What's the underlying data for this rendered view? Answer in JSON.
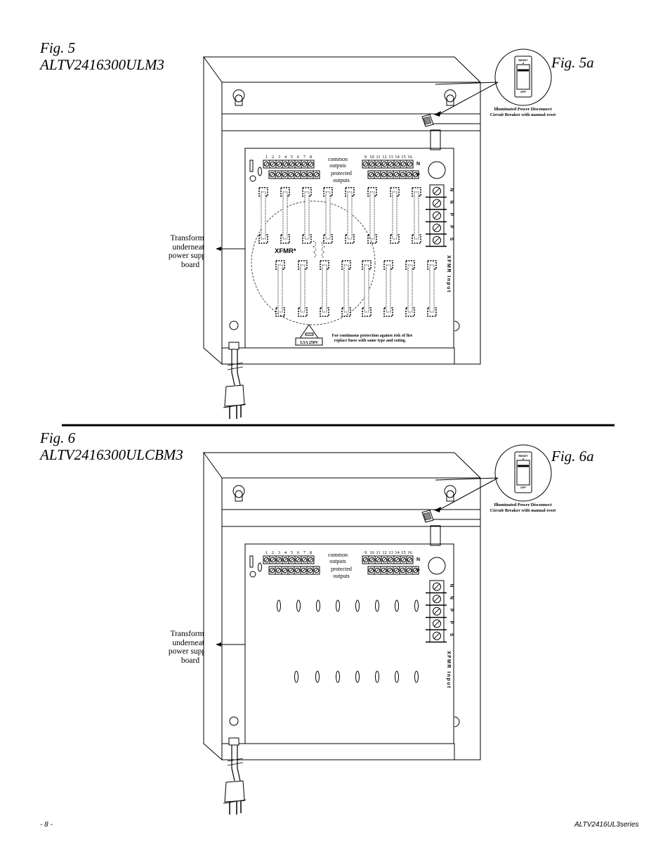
{
  "fig5": {
    "title": "Fig. 5",
    "model": "ALTV2416300ULM3",
    "subfig": "Fig. 5a",
    "breaker_caption_1": "Illuminated Power Disconnect",
    "breaker_caption_2": "Circuit Breaker with manual reset",
    "transformer_callout": [
      "Transformer",
      "underneath",
      "power supply",
      "board"
    ],
    "xfmr_label": "XFMR*",
    "warning_line1": "For continuous protection against risk of fire",
    "warning_line2": "replace fuses with same type and rating.",
    "fuse_rating": "3.5A 250V"
  },
  "fig6": {
    "title": "Fig. 6",
    "model": "ALTV2416300ULCBM3",
    "subfig": "Fig. 6a",
    "breaker_caption_1": "Illuminated Power Disconnect",
    "breaker_caption_2": "Circuit Breaker with manual reset",
    "transformer_callout": [
      "Transformer",
      "underneath",
      "power supply",
      "board"
    ]
  },
  "board": {
    "terminals_left": [
      "1",
      "2",
      "3",
      "4",
      "5",
      "6",
      "7",
      "8"
    ],
    "terminals_right": [
      "9",
      "10",
      "11",
      "12",
      "13",
      "14",
      "15",
      "16"
    ],
    "common_label_1": "common",
    "common_label_2": "outputs",
    "protected_label_1": "protected",
    "protected_label_2": "outputs",
    "row_n": "N",
    "row_p": "P",
    "xfmr_terminals": [
      "N",
      "N",
      "P",
      "P",
      "S"
    ],
    "xfmr_input_label": "XFMR Input"
  },
  "breaker": {
    "reset_label": "RESET",
    "off_label": "OFF"
  },
  "footer": {
    "page_number": "- 8 -",
    "series": "ALTV2416UL3series"
  }
}
